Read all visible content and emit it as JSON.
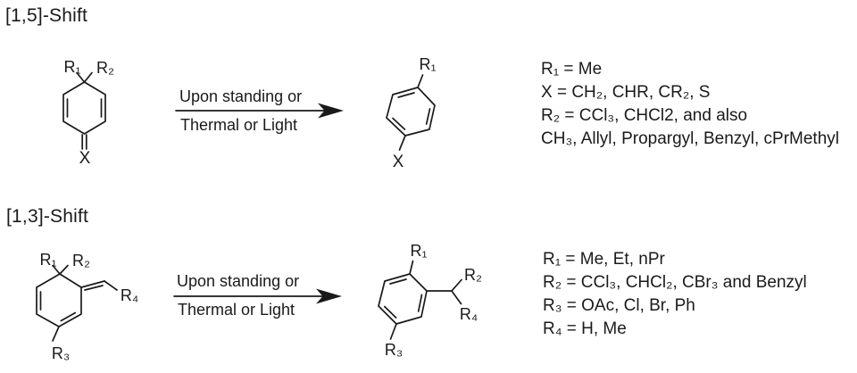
{
  "ink_color": "#1a1a1a",
  "background_color": "#ffffff",
  "shift15": {
    "title": "[1,5]-Shift",
    "arrow": {
      "line1": "Upon standing or",
      "line2": "Thermal or Light"
    },
    "reactant_labels": {
      "r1": "R₁",
      "r2": "R₂",
      "x": "X"
    },
    "product_labels": {
      "r1": "R₁",
      "x": "X"
    },
    "conditions": [
      "R₁ = Me",
      "X = CH₂, CHR, CR₂, S",
      "R₂ = CCl₃, CHCl2, and also",
      "CH₃, Allyl, Propargyl, Benzyl, cPrMethyl"
    ]
  },
  "shift13": {
    "title": "[1,3]-Shift",
    "arrow": {
      "line1": "Upon standing or",
      "line2": "Thermal or Light"
    },
    "reactant_labels": {
      "r1": "R₁",
      "r2": "R₂",
      "r3": "R₃",
      "r4": "R₄"
    },
    "product_labels": {
      "r1": "R₁",
      "r2": "R₂",
      "r3": "R₃",
      "r4": "R₄"
    },
    "conditions": [
      "R₁ = Me, Et, nPr",
      "R₂ = CCl₃, CHCl₂, CBr₃ and Benzyl",
      "R₃ = OAc, Cl, Br, Ph",
      "R₄ = H, Me"
    ]
  }
}
